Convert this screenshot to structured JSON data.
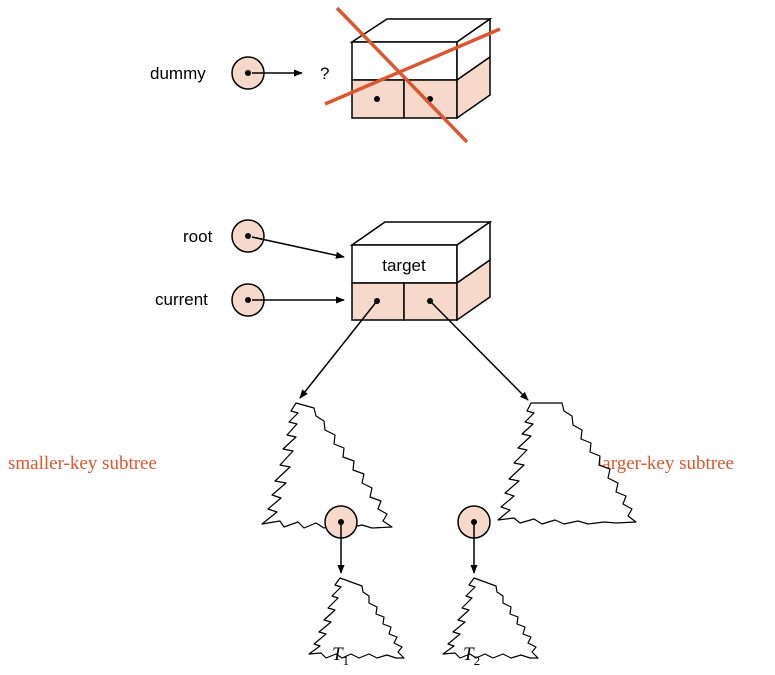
{
  "colors": {
    "accent": "#d9582f",
    "fill": "#f7d9cb",
    "stroke": "#000000"
  },
  "labels": {
    "dummy": "dummy",
    "question": "?",
    "root": "root",
    "current": "current",
    "target": "target",
    "smaller_subtree": "smaller-key subtree",
    "larger_subtree": "larger-key subtree",
    "t1_main": "T",
    "t1_sub": "1",
    "t2_main": "T",
    "t2_sub": "2"
  }
}
